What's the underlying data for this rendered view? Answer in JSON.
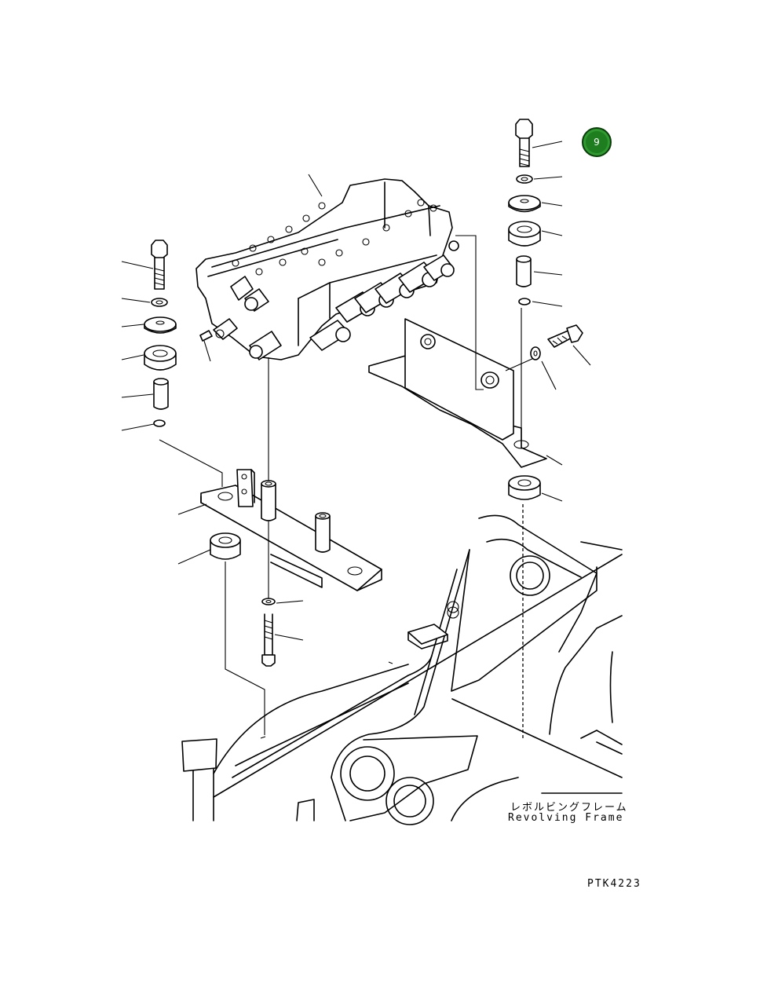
{
  "badge": {
    "label": "9",
    "color": "#1e7d1e"
  },
  "labels": {
    "frame_jp": "レボルビングフレーム",
    "frame_en": "Revolving Frame",
    "drawing_code": "PTK4223"
  }
}
